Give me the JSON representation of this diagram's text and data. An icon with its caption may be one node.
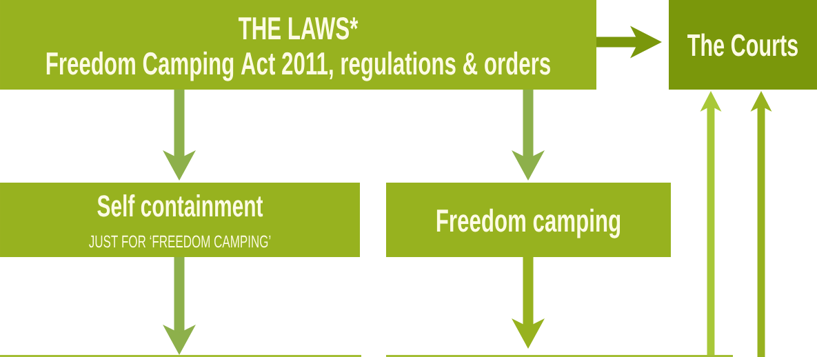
{
  "diagram": {
    "nodes": [
      {
        "text": [
          "THE LAWS*",
          "Freedom Camping Act 2011, regulations & orders"
        ]
      },
      {
        "text": [
          "The Courts"
        ]
      },
      {
        "text": [
          "Self containment",
          "JUST FOR ‘FREEDOM CAMPING’"
        ]
      },
      {
        "text": [
          "Freedom camping"
        ]
      },
      {
        "text": [],
        "shape": "box"
      },
      {
        "text": [],
        "shape": "box"
      }
    ],
    "edges": [
      {
        "from": 0,
        "to": 1,
        "arrow": "to",
        "color": "#7a970b"
      },
      {
        "from": 0,
        "to": 2,
        "arrow": "to"
      },
      {
        "from": 0,
        "to": 3,
        "arrow": "to"
      },
      {
        "from": 2,
        "to": 4,
        "arrow": "to"
      },
      {
        "from": 3,
        "to": 5,
        "arrow": "to",
        "color": "#97b21f"
      },
      {
        "from": 5,
        "to": 1,
        "arrow": "to",
        "color": "#a8c838"
      },
      {
        "from": null,
        "to": 1,
        "arrow": "to",
        "color": "#97b21f"
      }
    ]
  }
}
